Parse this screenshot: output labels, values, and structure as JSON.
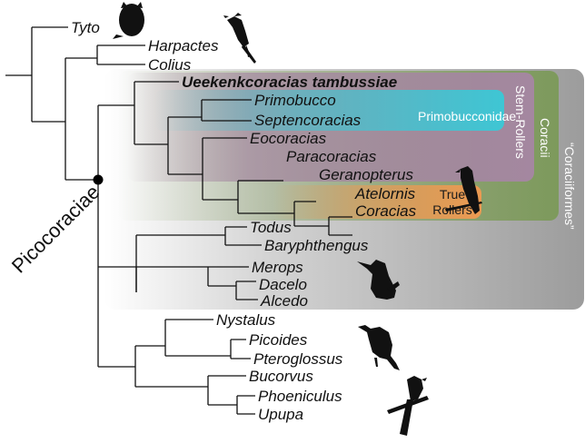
{
  "colors": {
    "coraciiformes": "#9c9c9c",
    "coracii": "#7d9a5c",
    "stem_rollers": "#a487a0",
    "primobucconidae": "#3ec6d4",
    "true_rollers": "#ec9a52",
    "branches": "#111111"
  },
  "clade_labels": {
    "picocoraciae": "Picocoraciae",
    "coraciiformes": "“Coraciiformes”",
    "coracii": "Coracii",
    "stem_rollers": "Stem-Rollers",
    "primobucconidae": "Primobucconidae",
    "true_rollers_line1": "True",
    "true_rollers_line2": "Rollers"
  },
  "taxa": {
    "tyto": "Tyto",
    "harpactes": "Harpactes",
    "colius": "Colius",
    "ueekenk": "Ueekenkcoracias tambussiae",
    "primobucco": "Primobucco",
    "septencoracias": "Septencoracias",
    "eocoracias": "Eocoracias",
    "paracoracias": "Paracoracias",
    "geranopterus": "Geranopterus",
    "atelornis": "Atelornis",
    "coracias": "Coracias",
    "todus": "Todus",
    "baryphthengus": "Baryphthengus",
    "merops": "Merops",
    "dacelo": "Dacelo",
    "alcedo": "Alcedo",
    "nystalus": "Nystalus",
    "picoides": "Picoides",
    "pteroglossus": "Pteroglossus",
    "bucorvus": "Bucorvus",
    "phoeniculus": "Phoeniculus",
    "upupa": "Upupa"
  },
  "silhouettes": [
    "owl-silhouette",
    "trogon-silhouette",
    "roller-silhouette",
    "kingfisher-silhouette",
    "puffbird-silhouette",
    "woodhoopoe-silhouette"
  ]
}
